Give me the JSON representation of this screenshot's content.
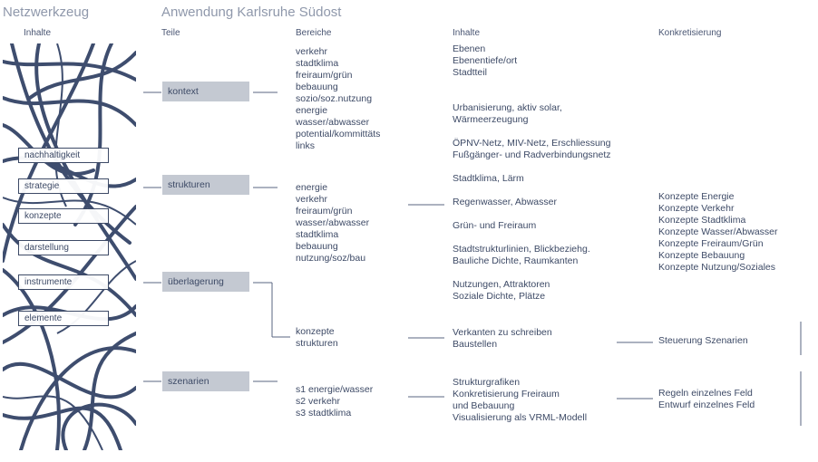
{
  "titles": {
    "left": "Netzwerkzeug",
    "right": "Anwendung Karlsruhe Südost"
  },
  "column_headers": [
    "Inhalte",
    "Teile",
    "Bereiche",
    "Inhalte",
    "Konkretisierung"
  ],
  "left_labels": [
    "nachhaltigkeit",
    "strategie",
    "konzepte",
    "darstellung",
    "instrumente",
    "elemente"
  ],
  "gray_boxes": [
    "kontext",
    "strukturen",
    "überlagerung",
    "szenarien"
  ],
  "bereiche": [
    "verkehr\nstadtklima\nfreiraum/grün\nbebauung\nsozio/soz.nutzung\nenergie\nwasser/abwasser\npotential/kommittäts\nlinks",
    "energie\nverkehr\nfreiraum/grün\nwasser/abwasser\nstadtklima\nbebauung\nnutzung/soz/bau",
    "konzepte\nstrukturen",
    "s1 energie/wasser\ns2 verkehr\ns3 stadtklima"
  ],
  "inhalte": [
    "Ebenen\nEbenentiefe/ort\nStadtteil",
    "Urbanisierung, aktiv solar,\nWärmeerzeugung",
    "ÖPNV-Netz, MIV-Netz, Erschliessung\nFußgänger- und Radverbindungsnetz",
    "Stadtklima, Lärm",
    "Regenwasser, Abwasser",
    "Grün- und Freiraum",
    "Stadtstrukturlinien, Blickbeziehg.\nBauliche Dichte, Raumkanten",
    "Nutzungen, Attraktoren\nSoziale Dichte, Plätze",
    "Verkanten zu schreiben\nBaustellen",
    "Strukturgrafiken\nKonkretisierung Freiraum\nund Bebauung\nVisualisierung als VRML-Modell"
  ],
  "konkretisierung": [
    "Konzepte Energie\nKonzepte Verkehr\nKonzepte Stadtklima\nKonzepte Wasser/Abwasser\nKonzepte Freiraum/Grün\nKonzepte Bebauung\nKonzepte Nutzung/Soziales",
    "Steuerung Szenarien",
    "Regeln einzelnes Feld\nEntwurf einzelnes Feld"
  ]
}
